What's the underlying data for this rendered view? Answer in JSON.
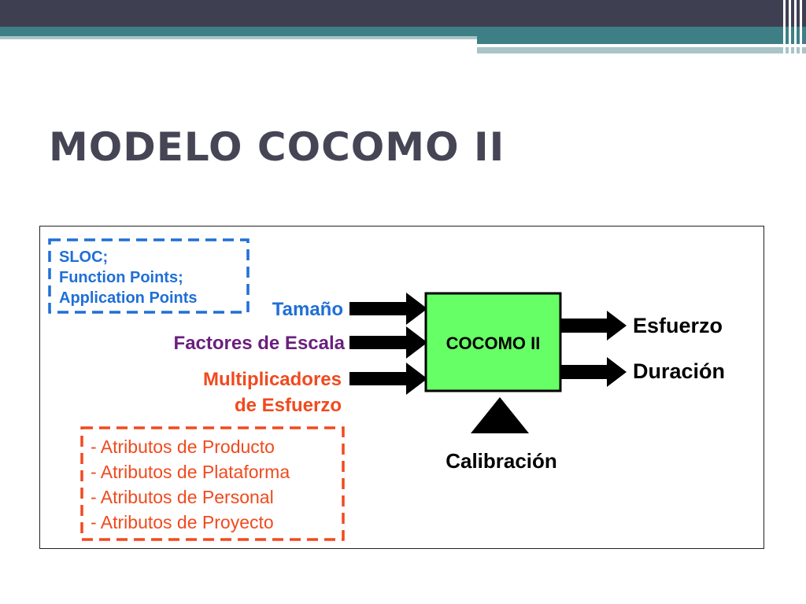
{
  "slide": {
    "title": "MODELO COCOMO II"
  },
  "diagram": {
    "size_metrics": [
      "SLOC;",
      "Function Points;",
      "Application Points"
    ],
    "inputs": {
      "size": "Tamaño",
      "scale_factors": "Factores de Escala",
      "effort_multipliers_line1": "Multiplicadores",
      "effort_multipliers_line2": "de Esfuerzo"
    },
    "model_label": "COCOMO II",
    "outputs": {
      "effort": "Esfuerzo",
      "duration": "Duración"
    },
    "calibration": "Calibración",
    "attributes": [
      "- Atributos de Producto",
      "- Atributos de Plataforma",
      "- Atributos de Personal",
      "- Atributos de Proyecto"
    ]
  },
  "colors": {
    "banner_dark": "#3f3f52",
    "banner_teal": "#3e7f86",
    "banner_light": "#a9c4c7",
    "title": "#454555",
    "blue": "#1f6fd6",
    "purple": "#6a1f7e",
    "orange": "#f04a1e",
    "model_fill": "#66ff66",
    "black": "#000000"
  }
}
